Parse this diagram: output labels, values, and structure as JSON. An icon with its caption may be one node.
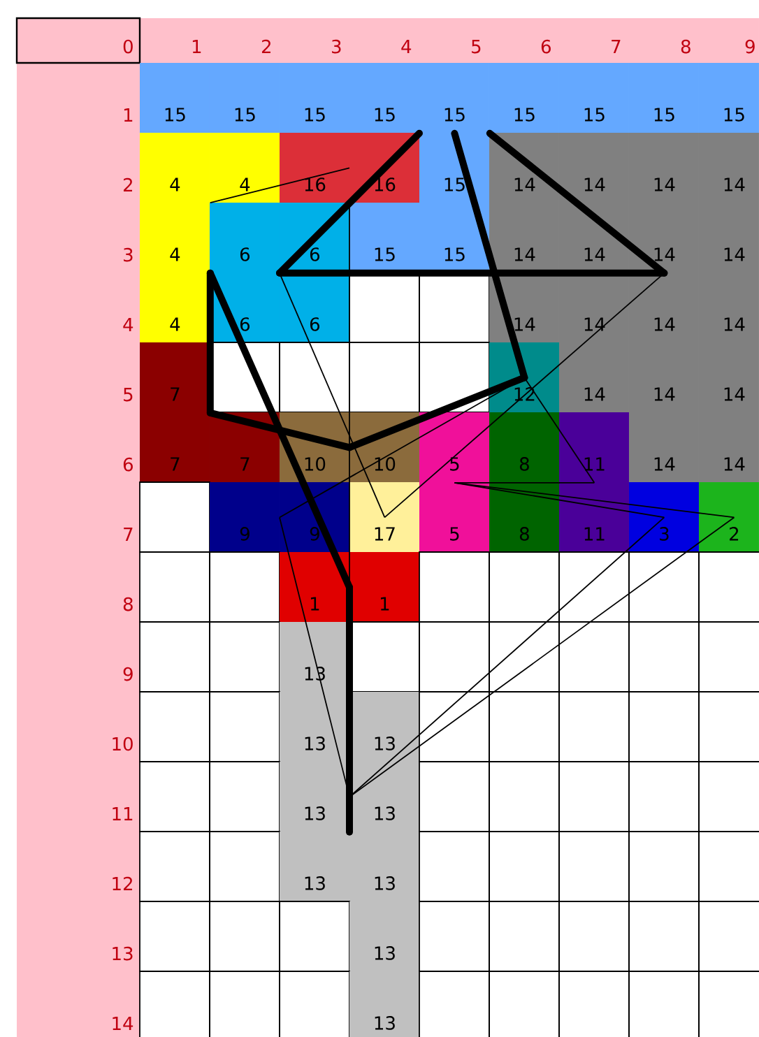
{
  "diagram": {
    "nodes": [
      {
        "text": [
          "15"
        ]
      },
      {
        "text": [
          "16"
        ]
      },
      {
        "text": [
          "4"
        ]
      },
      {
        "text": [
          "6"
        ]
      },
      {
        "text": [
          "14"
        ]
      },
      {
        "text": [
          "7"
        ]
      },
      {
        "text": [
          "12"
        ]
      },
      {
        "text": [
          "10"
        ]
      },
      {
        "text": [
          "5"
        ]
      },
      {
        "text": [
          "11"
        ]
      },
      {
        "text": [
          "9"
        ]
      },
      {
        "text": [
          "17"
        ]
      },
      {
        "text": [
          "3"
        ]
      },
      {
        "text": [
          "2"
        ]
      },
      {
        "text": [
          "1"
        ]
      },
      {
        "text": [
          "13"
        ]
      }
    ],
    "edges": [
      {
        "from": 0,
        "to": 3,
        "arrow": "none",
        "style": "thick"
      },
      {
        "from": 0,
        "to": 6,
        "arrow": "none",
        "style": "thick"
      },
      {
        "from": 0,
        "to": 4,
        "arrow": "none",
        "style": "thick"
      },
      {
        "from": 3,
        "to": 4,
        "arrow": "none",
        "style": "thick"
      },
      {
        "from": 2,
        "to": 5,
        "arrow": "none",
        "style": "thick"
      },
      {
        "from": 5,
        "to": 7,
        "arrow": "none",
        "style": "thick"
      },
      {
        "from": 7,
        "to": 6,
        "arrow": "none",
        "style": "thick"
      },
      {
        "from": 2,
        "to": 14,
        "arrow": "none",
        "style": "thick"
      },
      {
        "from": 14,
        "to": 15,
        "arrow": "none",
        "style": "thick"
      },
      {
        "from": 2,
        "to": 1,
        "arrow": "none"
      },
      {
        "from": 1,
        "to": 14,
        "arrow": "none"
      },
      {
        "from": 3,
        "to": 11,
        "arrow": "none"
      },
      {
        "from": 11,
        "to": 4,
        "arrow": "none"
      },
      {
        "from": 10,
        "to": 6,
        "arrow": "none"
      },
      {
        "from": 15,
        "to": 10,
        "arrow": "none"
      },
      {
        "from": 8,
        "to": 9,
        "arrow": "none"
      },
      {
        "from": 9,
        "to": 6,
        "arrow": "none"
      },
      {
        "from": 8,
        "to": 12,
        "arrow": "none"
      },
      {
        "from": 8,
        "to": 13,
        "arrow": "none"
      },
      {
        "from": 12,
        "to": 15,
        "arrow": "none"
      },
      {
        "from": 13,
        "to": 15,
        "arrow": "none"
      }
    ],
    "labels": [
      "0",
      "1",
      "2",
      "3",
      "4",
      "5",
      "6",
      "7",
      "8",
      "9",
      "1",
      "15",
      "15",
      "15",
      "15",
      "15",
      "15",
      "15",
      "15",
      "2",
      "4",
      "4",
      "16",
      "15",
      "14",
      "14",
      "14",
      "14",
      "3",
      "6",
      "15",
      "15",
      "14",
      "14",
      "14",
      "4",
      "4",
      "6",
      "6",
      "14",
      "14",
      "14",
      "14",
      "5",
      "14",
      "14",
      "14",
      "6",
      "7",
      "7",
      "10",
      "8",
      "14",
      "14",
      "7",
      "9",
      "5",
      "8",
      "11",
      "8",
      "1",
      "9",
      "13",
      "10",
      "13",
      "13",
      "11",
      "13",
      "12",
      "13",
      "13",
      "13",
      "13",
      "14",
      "13"
    ]
  }
}
